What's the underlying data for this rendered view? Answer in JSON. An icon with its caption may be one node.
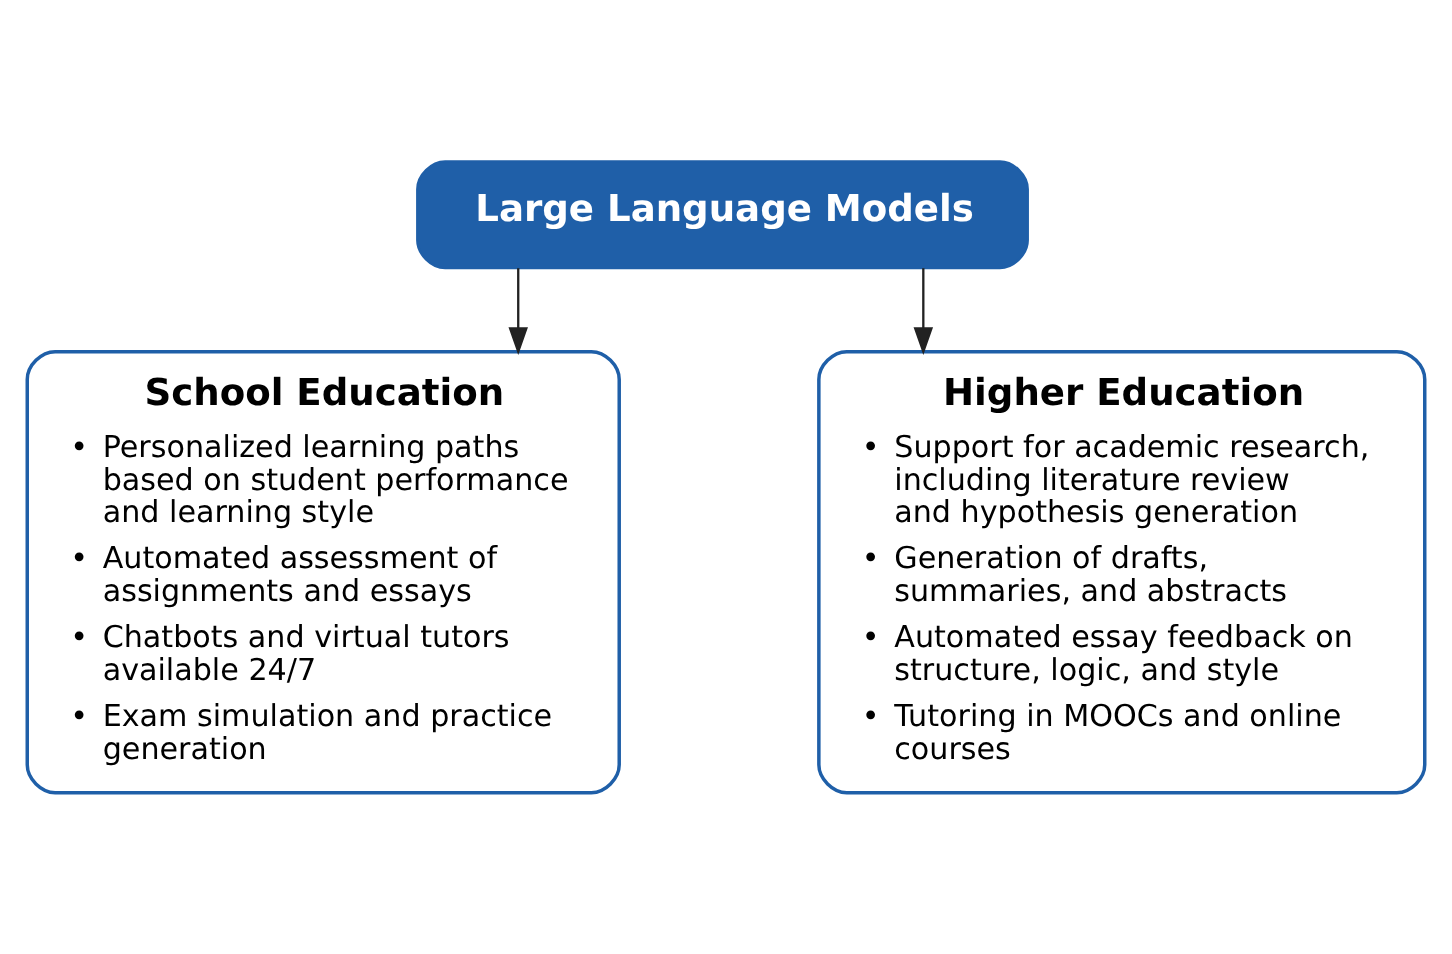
{
  "diagram": {
    "nodes": [
      {
        "text": [
          "Large Language Models"
        ]
      },
      {
        "text": [
          "School Education",
          "• Personalized learning paths based on student performance and learning style",
          "• Automated assessment of assignments and essays",
          "• Chatbots and virtual tutors available 24/7",
          "• Exam simulation and practice generation"
        ]
      },
      {
        "text": [
          "Higher Education",
          "• Support for academic research, including literature review and hypothesis generation",
          "• Generation of drafts, summaries, and abstracts",
          "• Automated essay feedback on structure, logic, and style",
          "• Tutoring in MOOCs and online courses"
        ]
      }
    ],
    "edges": [
      {
        "from": 0,
        "to": 1,
        "arrow": "to"
      },
      {
        "from": 0,
        "to": 2,
        "arrow": "to"
      }
    ]
  }
}
